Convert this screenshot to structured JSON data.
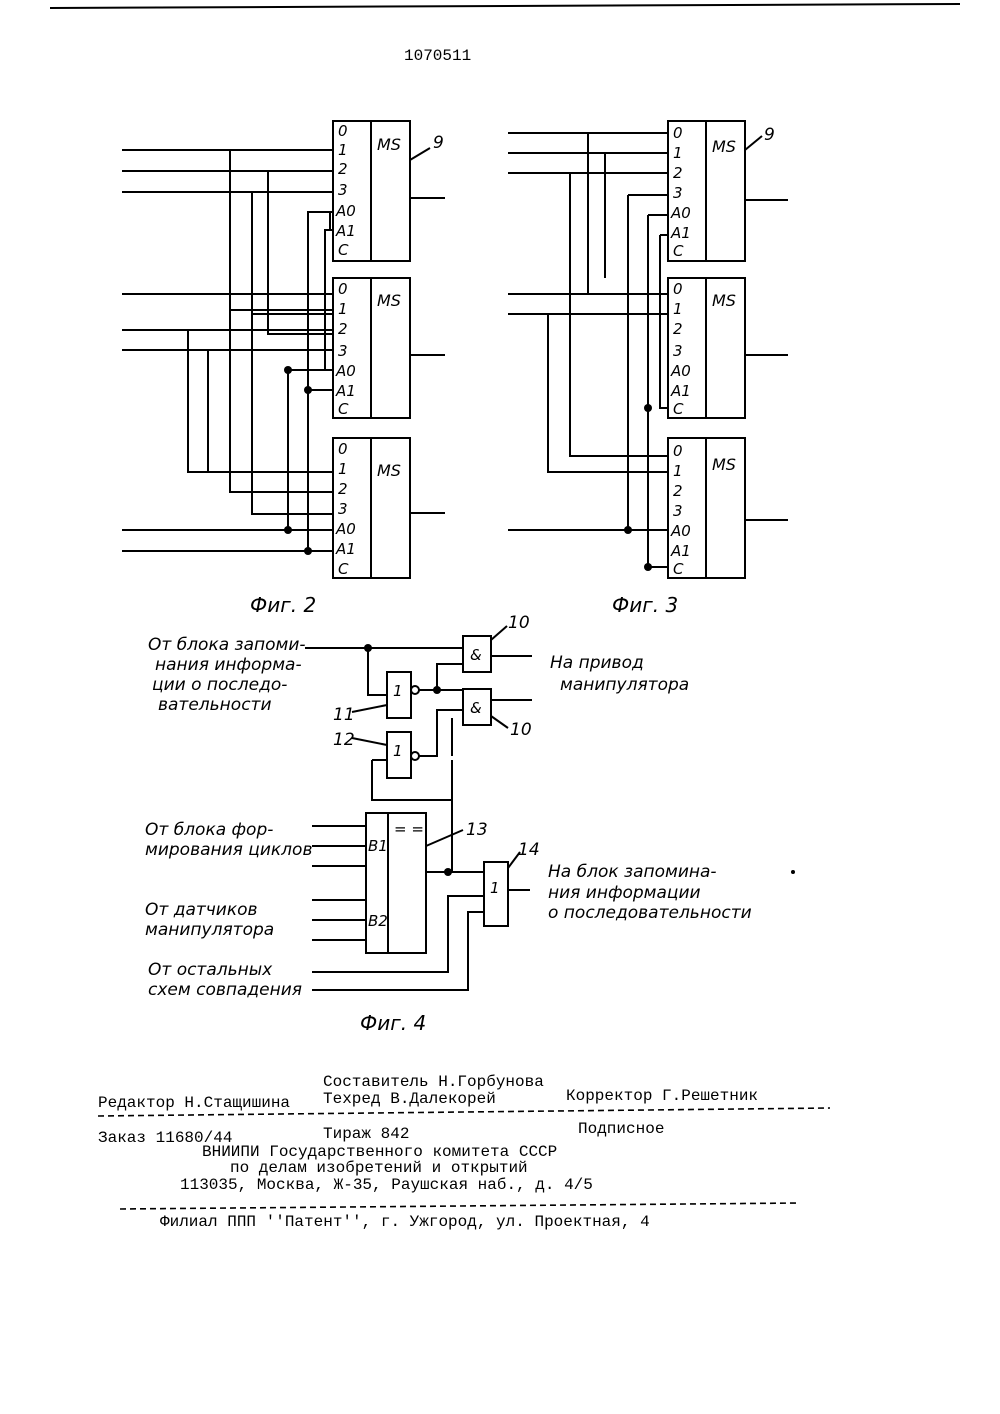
{
  "patent_number": "1070511",
  "figures": {
    "fig2": {
      "caption": "Фиг. 2",
      "ref_number": "9",
      "chip_label": "MS",
      "pins": [
        "0",
        "1",
        "2",
        "3",
        "A0",
        "A1",
        "C"
      ]
    },
    "fig3": {
      "caption": "Фиг. 3",
      "ref_number": "9",
      "chip_label": "MS",
      "pins": [
        "0",
        "1",
        "2",
        "3",
        "A0",
        "A1",
        "C"
      ]
    },
    "fig4": {
      "caption": "Фиг. 4",
      "input_labels": {
        "memory_block": [
          "От блока запоми-",
          "нания информа-",
          "ции о последо-",
          "вательности"
        ],
        "cycle_block": [
          "От блока фор-",
          "мирования циклов"
        ],
        "sensors": [
          "От датчиков",
          "манипулятора"
        ],
        "others": [
          "От остальных",
          "схем совпадения"
        ]
      },
      "output_labels": {
        "drive": [
          "На привод",
          "манипулятора"
        ],
        "memory": [
          "На блок запомина-",
          "ния информации",
          "о последовательности"
        ]
      },
      "gate_labels": {
        "and": "&",
        "or": "1",
        "compare": "= =",
        "b1": "B1",
        "b2": "B2"
      },
      "refs": {
        "and_top": "10",
        "and_bottom": "10",
        "not_top": "11",
        "not_bottom": "12",
        "comparator": "13",
        "or_out": "14"
      }
    }
  },
  "footer": {
    "compiler": "Составитель Н.Горбунова",
    "editor": "Редактор Н.Стащишина",
    "tech": "Техред В.Далекорей",
    "corrector": "Корректор Г.Решетник",
    "order": "Заказ 11680/44",
    "circulation": "Тираж 842",
    "subscription": "Подписное",
    "org1": "ВНИИПИ Государственного комитета СССР",
    "org2": "по делам изобретений и открытий",
    "address": "113035, Москва, Ж-35, Раушская наб., д. 4/5",
    "branch": "Филиал ППП ''Патент'', г. Ужгород, ул. Проектная, 4"
  }
}
